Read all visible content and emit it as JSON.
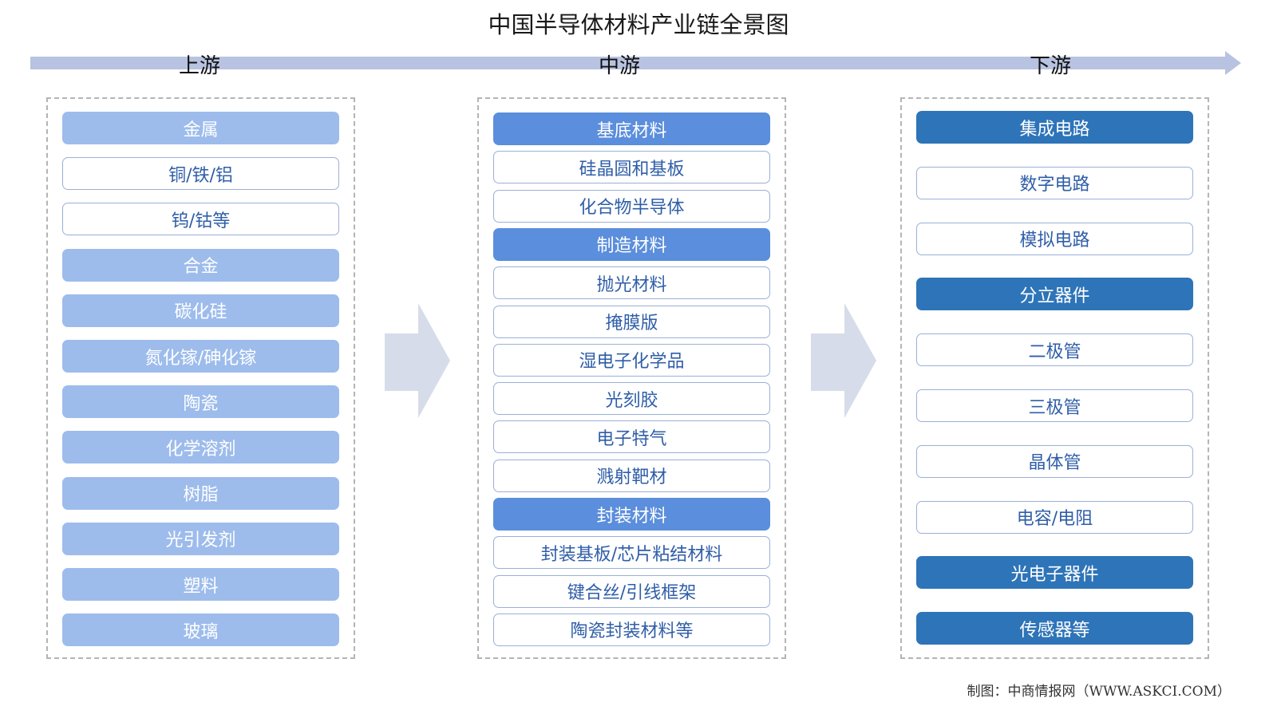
{
  "title": "中国半导体材料产业链全景图",
  "stages": {
    "upstream": {
      "label": "上游",
      "items": [
        {
          "label": "金属",
          "style": "light"
        },
        {
          "label": "铜/铁/铝",
          "style": "outline"
        },
        {
          "label": "钨/钴等",
          "style": "outline"
        },
        {
          "label": "合金",
          "style": "light"
        },
        {
          "label": "碳化硅",
          "style": "light"
        },
        {
          "label": "氮化镓/砷化镓",
          "style": "light"
        },
        {
          "label": "陶瓷",
          "style": "light"
        },
        {
          "label": "化学溶剂",
          "style": "light"
        },
        {
          "label": "树脂",
          "style": "light"
        },
        {
          "label": "光引发剂",
          "style": "light"
        },
        {
          "label": "塑料",
          "style": "light"
        },
        {
          "label": "玻璃",
          "style": "light"
        }
      ]
    },
    "midstream": {
      "label": "中游",
      "items": [
        {
          "label": "基底材料",
          "style": "mid"
        },
        {
          "label": "硅晶圆和基板",
          "style": "outline"
        },
        {
          "label": "化合物半导体",
          "style": "outline"
        },
        {
          "label": "制造材料",
          "style": "mid"
        },
        {
          "label": "抛光材料",
          "style": "outline"
        },
        {
          "label": "掩膜版",
          "style": "outline"
        },
        {
          "label": "湿电子化学品",
          "style": "outline"
        },
        {
          "label": "光刻胶",
          "style": "outline"
        },
        {
          "label": "电子特气",
          "style": "outline"
        },
        {
          "label": "溅射靶材",
          "style": "outline"
        },
        {
          "label": "封装材料",
          "style": "mid"
        },
        {
          "label": "封装基板/芯片粘结材料",
          "style": "outline"
        },
        {
          "label": "键合丝/引线框架",
          "style": "outline"
        },
        {
          "label": "陶瓷封装材料等",
          "style": "outline"
        }
      ]
    },
    "downstream": {
      "label": "下游",
      "items": [
        {
          "label": "集成电路",
          "style": "dark"
        },
        {
          "label": "数字电路",
          "style": "outline"
        },
        {
          "label": "模拟电路",
          "style": "outline"
        },
        {
          "label": "分立器件",
          "style": "dark"
        },
        {
          "label": "二极管",
          "style": "outline"
        },
        {
          "label": "三极管",
          "style": "outline"
        },
        {
          "label": "晶体管",
          "style": "outline"
        },
        {
          "label": "电容/电阻",
          "style": "outline"
        },
        {
          "label": "光电子器件",
          "style": "dark"
        },
        {
          "label": "传感器等",
          "style": "dark"
        }
      ]
    }
  },
  "footer": "制图：中商情报网（WWW.ASKCI.COM）",
  "colors": {
    "flow_bar": "#b7c3e0",
    "upstream_fill": "#9dbcec",
    "midstream_fill": "#5b8edc",
    "downstream_fill": "#2e74b8",
    "outline_text": "#2f5ea8",
    "arrow": "#d6dce9"
  }
}
